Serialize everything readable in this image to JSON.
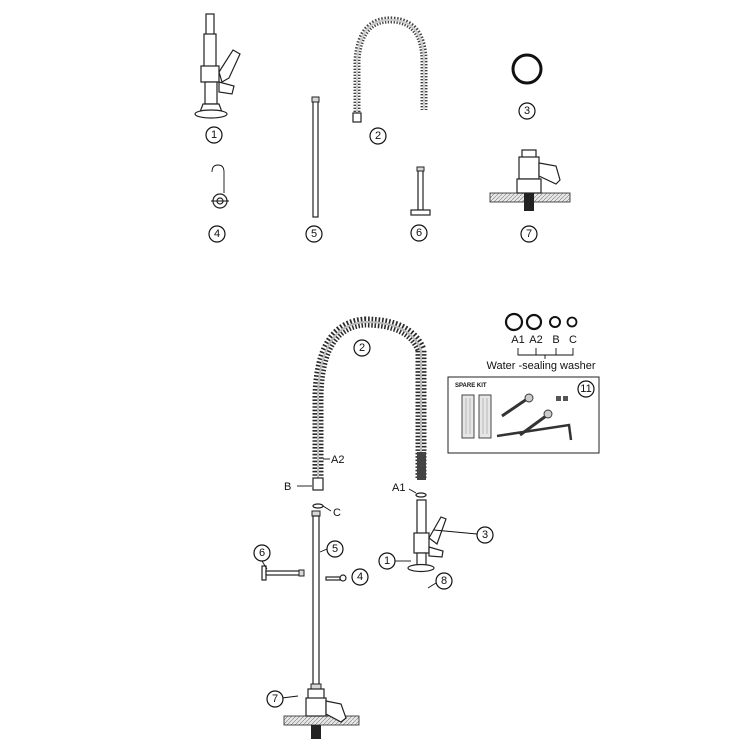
{
  "top_row_callouts": [
    "1",
    "2",
    "3",
    "4",
    "5",
    "6",
    "7"
  ],
  "assembly_callouts": [
    "2",
    "3",
    "1",
    "8",
    "6",
    "5",
    "4",
    "7"
  ],
  "washer_legend": {
    "labels": [
      "A1",
      "A2",
      "B",
      "C"
    ],
    "caption": "Water -sealing washer"
  },
  "spare_kit": {
    "title": "SPARE KIT",
    "number": "11"
  },
  "washer_markers": {
    "a2": "A2",
    "b": "B",
    "c": "C",
    "a1": "A1"
  }
}
